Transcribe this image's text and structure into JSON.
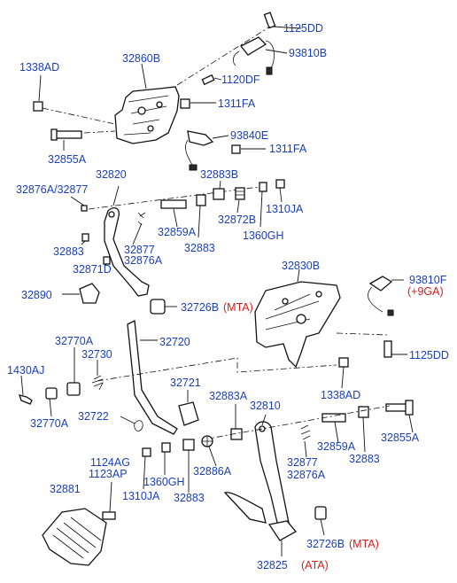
{
  "labels": {
    "p1125DD_top": "1125DD",
    "p93810B": "93810B",
    "p1338AD_top": "1338AD",
    "p32860B": "32860B",
    "p1120DF": "1120DF",
    "p1311FA_a": "1311FA",
    "p93840E": "93840E",
    "p1311FA_b": "1311FA",
    "p32855A_top": "32855A",
    "p32820": "32820",
    "p32883B": "32883B",
    "p32876A_32877": "32876A/32877",
    "p32872B": "32872B",
    "p1310JA_top": "1310JA",
    "p32859A_top": "32859A",
    "p1360GH_top": "1360GH",
    "p32883_a": "32883",
    "p32883_b": "32883",
    "p32877_top": "32877",
    "p32876A_top": "32876A",
    "p32871D": "32871D",
    "p32890": "32890",
    "p32830B": "32830B",
    "p93810F": "93810F",
    "p9GA": "(+9GA)",
    "p32726B_top": "32726B",
    "mta_top": "(MTA)",
    "p32720": "32720",
    "p32770A_top": "32770A",
    "p32730": "32730",
    "p1430AJ": "1430AJ",
    "p1125DD_mid": "1125DD",
    "p32721": "32721",
    "p1338AD_mid": "1338AD",
    "p32770A_bot": "32770A",
    "p32883A": "32883A",
    "p32810": "32810",
    "p32722": "32722",
    "p32859A_bot": "32859A",
    "p32855A_bot": "32855A",
    "p32883_c": "32883",
    "p1124AG": "1124AG",
    "p1123AP": "1123AP",
    "p32877_bot": "32877",
    "p32876A_bot": "32876A",
    "p1360GH_bot": "1360GH",
    "p32886A": "32886A",
    "p32881": "32881",
    "p1310JA_bot": "1310JA",
    "p32883_d": "32883",
    "p32726B_bot": "32726B",
    "mta_bot": "(MTA)",
    "p32825": "32825",
    "ata": "(ATA)"
  },
  "colors": {
    "label_blue": "#1a3fb5",
    "label_red": "#d21e1e",
    "line": "#111111"
  }
}
